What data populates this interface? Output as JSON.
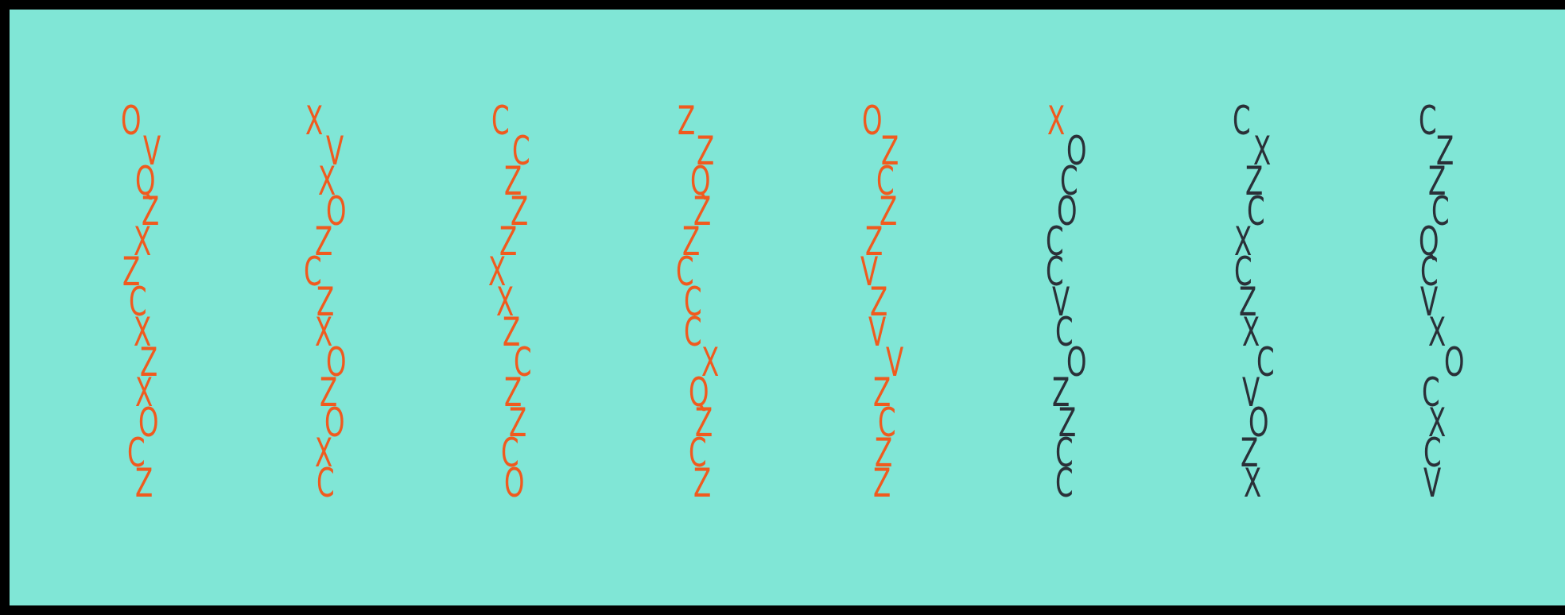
{
  "colors": {
    "background": "#80e6d6",
    "frame": "#000000",
    "orange": "#f05a1e",
    "dark": "#2a3038"
  },
  "columns": [
    {
      "id": "col-1",
      "letters": [
        {
          "ch": "O",
          "color": "orange"
        },
        {
          "ch": "V",
          "color": "orange"
        },
        {
          "ch": "Q",
          "color": "orange"
        },
        {
          "ch": "Z",
          "color": "orange"
        },
        {
          "ch": "X",
          "color": "orange"
        },
        {
          "ch": "Z",
          "color": "orange"
        },
        {
          "ch": "C",
          "color": "orange"
        },
        {
          "ch": "X",
          "color": "orange"
        },
        {
          "ch": "Z",
          "color": "orange"
        },
        {
          "ch": "X",
          "color": "orange"
        },
        {
          "ch": "O",
          "color": "orange"
        },
        {
          "ch": "C",
          "color": "orange"
        },
        {
          "ch": "Z",
          "color": "orange"
        }
      ]
    },
    {
      "id": "col-2",
      "letters": [
        {
          "ch": "X",
          "color": "orange"
        },
        {
          "ch": "V",
          "color": "orange"
        },
        {
          "ch": "X",
          "color": "orange"
        },
        {
          "ch": "O",
          "color": "orange"
        },
        {
          "ch": "Z",
          "color": "orange"
        },
        {
          "ch": "C",
          "color": "orange"
        },
        {
          "ch": "Z",
          "color": "orange"
        },
        {
          "ch": "X",
          "color": "orange"
        },
        {
          "ch": "O",
          "color": "orange"
        },
        {
          "ch": "Z",
          "color": "orange"
        },
        {
          "ch": "O",
          "color": "orange"
        },
        {
          "ch": "X",
          "color": "orange"
        },
        {
          "ch": "C",
          "color": "orange"
        }
      ]
    },
    {
      "id": "col-3",
      "letters": [
        {
          "ch": "C",
          "color": "orange"
        },
        {
          "ch": "C",
          "color": "orange"
        },
        {
          "ch": "Z",
          "color": "orange"
        },
        {
          "ch": "Z",
          "color": "orange"
        },
        {
          "ch": "Z",
          "color": "orange"
        },
        {
          "ch": "X",
          "color": "orange"
        },
        {
          "ch": "X",
          "color": "orange"
        },
        {
          "ch": "Z",
          "color": "orange"
        },
        {
          "ch": "C",
          "color": "orange"
        },
        {
          "ch": "Z",
          "color": "orange"
        },
        {
          "ch": "Z",
          "color": "orange"
        },
        {
          "ch": "C",
          "color": "orange"
        },
        {
          "ch": "O",
          "color": "orange"
        }
      ]
    },
    {
      "id": "col-4",
      "letters": [
        {
          "ch": "Z",
          "color": "orange"
        },
        {
          "ch": "Z",
          "color": "orange"
        },
        {
          "ch": "Q",
          "color": "orange"
        },
        {
          "ch": "Z",
          "color": "orange"
        },
        {
          "ch": "Z",
          "color": "orange"
        },
        {
          "ch": "C",
          "color": "orange"
        },
        {
          "ch": "C",
          "color": "orange"
        },
        {
          "ch": "C",
          "color": "orange"
        },
        {
          "ch": "X",
          "color": "orange"
        },
        {
          "ch": "Q",
          "color": "orange"
        },
        {
          "ch": "Z",
          "color": "orange"
        },
        {
          "ch": "C",
          "color": "orange"
        },
        {
          "ch": "Z",
          "color": "orange"
        }
      ]
    },
    {
      "id": "col-5",
      "letters": [
        {
          "ch": "O",
          "color": "orange"
        },
        {
          "ch": "Z",
          "color": "orange"
        },
        {
          "ch": "C",
          "color": "orange"
        },
        {
          "ch": "Z",
          "color": "orange"
        },
        {
          "ch": "Z",
          "color": "orange"
        },
        {
          "ch": "V",
          "color": "orange"
        },
        {
          "ch": "Z",
          "color": "orange"
        },
        {
          "ch": "V",
          "color": "orange"
        },
        {
          "ch": "V",
          "color": "orange"
        },
        {
          "ch": "Z",
          "color": "orange"
        },
        {
          "ch": "C",
          "color": "orange"
        },
        {
          "ch": "Z",
          "color": "orange"
        },
        {
          "ch": "Z",
          "color": "orange"
        }
      ]
    },
    {
      "id": "col-6",
      "letters": [
        {
          "ch": "X",
          "color": "orange"
        },
        {
          "ch": "O",
          "color": "dark"
        },
        {
          "ch": "C",
          "color": "dark"
        },
        {
          "ch": "O",
          "color": "dark"
        },
        {
          "ch": "C",
          "color": "dark"
        },
        {
          "ch": "C",
          "color": "dark"
        },
        {
          "ch": "V",
          "color": "dark"
        },
        {
          "ch": "C",
          "color": "dark"
        },
        {
          "ch": "O",
          "color": "dark"
        },
        {
          "ch": "Z",
          "color": "dark"
        },
        {
          "ch": "Z",
          "color": "dark"
        },
        {
          "ch": "C",
          "color": "dark"
        },
        {
          "ch": "C",
          "color": "dark"
        }
      ]
    },
    {
      "id": "col-7",
      "letters": [
        {
          "ch": "C",
          "color": "dark"
        },
        {
          "ch": "X",
          "color": "dark"
        },
        {
          "ch": "Z",
          "color": "dark"
        },
        {
          "ch": "C",
          "color": "dark"
        },
        {
          "ch": "X",
          "color": "dark"
        },
        {
          "ch": "C",
          "color": "dark"
        },
        {
          "ch": "Z",
          "color": "dark"
        },
        {
          "ch": "X",
          "color": "dark"
        },
        {
          "ch": "C",
          "color": "dark"
        },
        {
          "ch": "V",
          "color": "dark"
        },
        {
          "ch": "O",
          "color": "dark"
        },
        {
          "ch": "Z",
          "color": "dark"
        },
        {
          "ch": "X",
          "color": "dark"
        }
      ]
    },
    {
      "id": "col-8",
      "letters": [
        {
          "ch": "C",
          "color": "dark"
        },
        {
          "ch": "Z",
          "color": "dark"
        },
        {
          "ch": "Z",
          "color": "dark"
        },
        {
          "ch": "C",
          "color": "dark"
        },
        {
          "ch": "Q",
          "color": "dark"
        },
        {
          "ch": "C",
          "color": "dark"
        },
        {
          "ch": "V",
          "color": "dark"
        },
        {
          "ch": "X",
          "color": "dark"
        },
        {
          "ch": "O",
          "color": "dark"
        },
        {
          "ch": "C",
          "color": "dark"
        },
        {
          "ch": "X",
          "color": "dark"
        },
        {
          "ch": "C",
          "color": "dark"
        },
        {
          "ch": "V",
          "color": "dark"
        }
      ]
    }
  ]
}
